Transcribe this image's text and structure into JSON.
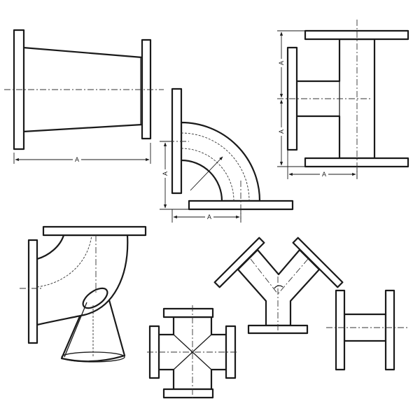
{
  "figures": {
    "reducer": {
      "dim_label": "A"
    },
    "elbow": {
      "dim_label_vertical": "A",
      "dim_label_horizontal": "A"
    },
    "tee": {
      "dim_label_upper": "A",
      "dim_label_lower": "A",
      "dim_label_bottom": "A"
    }
  },
  "colors": {
    "line": "#1a1a1a",
    "background": "#ffffff"
  }
}
